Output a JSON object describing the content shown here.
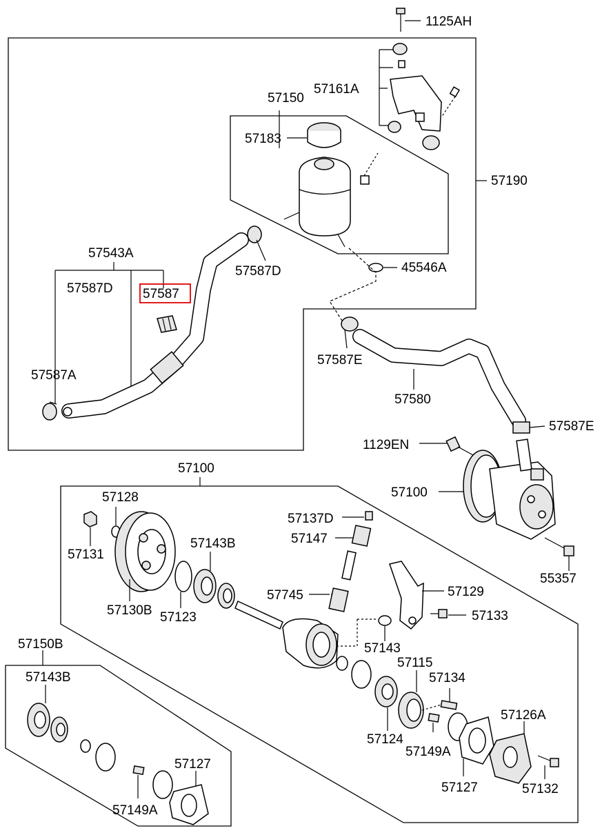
{
  "labels": {
    "p1125AH": "1125AH",
    "p57161A": "57161A",
    "p57150": "57150",
    "p57183": "57183",
    "p57190": "57190",
    "p57543A": "57543A",
    "p57587D_left": "57587D",
    "p57587_highlight": "57587",
    "p57587D_mid": "57587D",
    "p45546A": "45546A",
    "p57587A": "57587A",
    "p57587E_left": "57587E",
    "p57580": "57580",
    "p57587E_right": "57587E",
    "p1129EN": "1129EN",
    "p57100_top": "57100",
    "p57100_pump": "57100",
    "p55357": "55357",
    "p57128": "57128",
    "p57131": "57131",
    "p57143B_top": "57143B",
    "p57130B": "57130B",
    "p57123": "57123",
    "p57137D": "57137D",
    "p57147": "57147",
    "p57745": "57745",
    "p57129": "57129",
    "p57133": "57133",
    "p57143": "57143",
    "p57150B": "57150B",
    "p57143B_kit": "57143B",
    "p57115": "57115",
    "p57134": "57134",
    "p57126A": "57126A",
    "p57124": "57124",
    "p57149A_mid": "57149A",
    "p57127_mid": "57127",
    "p57132": "57132",
    "p57127_kit": "57127",
    "p57149A_kit": "57149A"
  },
  "highlight_color": "#e00000"
}
